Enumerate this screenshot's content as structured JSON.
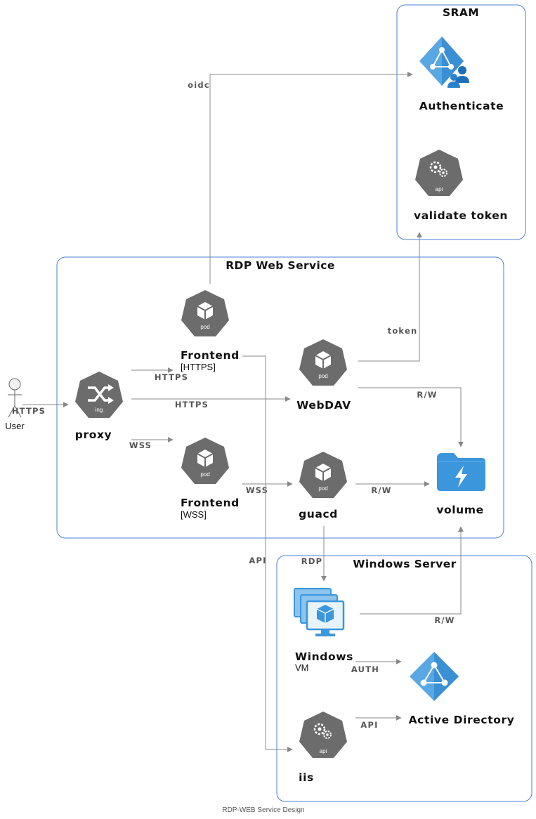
{
  "groups": {
    "sram": "SRAM",
    "rdp": "RDP Web Service",
    "windows": "Windows Server"
  },
  "nodes": {
    "user": {
      "title": "User"
    },
    "proxy": {
      "title": "proxy",
      "icon_label": "ing"
    },
    "frontend_https": {
      "title": "Frontend",
      "sub": "[HTTPS]",
      "icon_label": "pod"
    },
    "frontend_wss": {
      "title": "Frontend",
      "sub": "[WSS]",
      "icon_label": "pod"
    },
    "webdav": {
      "title": "WebDAV",
      "icon_label": "pod"
    },
    "guacd": {
      "title": "guacd",
      "icon_label": "pod"
    },
    "volume": {
      "title": "volume"
    },
    "authenticate": {
      "title": "Authenticate"
    },
    "validate_token": {
      "title": "validate token",
      "icon_label": "api"
    },
    "windows_vm": {
      "title": "Windows",
      "sub": "VM"
    },
    "active_directory": {
      "title": "Active Directory"
    },
    "iis": {
      "title": "iis",
      "icon_label": "api"
    }
  },
  "edges": {
    "user_proxy": "HTTPS",
    "proxy_frontend_https": "HTTPS",
    "proxy_webdav": "HTTPS",
    "proxy_frontend_wss": "WSS",
    "frontend_wss_guacd": "WSS",
    "frontend_oidc": "oidc",
    "webdav_token": "token",
    "webdav_volume": "R/W",
    "guacd_volume": "R/W",
    "guacd_rdp": "RDP",
    "frontend_api": "API",
    "windows_volume": "R/W",
    "windows_auth": "AUTH",
    "iis_api": "API"
  },
  "caption": "RDP-WEB Service Design",
  "colors": {
    "group_border": "#4a7fd4",
    "kube_icon": "#6c6c6c",
    "azure_blue": "#3b96dc",
    "edge": "#888888"
  },
  "icons": {
    "proxy": "ingress-icon",
    "pod": "pod-icon",
    "api": "api-icon",
    "volume": "folder-bolt-icon",
    "authenticate": "azure-ad-users-icon",
    "vm": "virtual-machines-icon",
    "active_directory": "azure-active-directory-icon",
    "user": "actor-icon"
  }
}
